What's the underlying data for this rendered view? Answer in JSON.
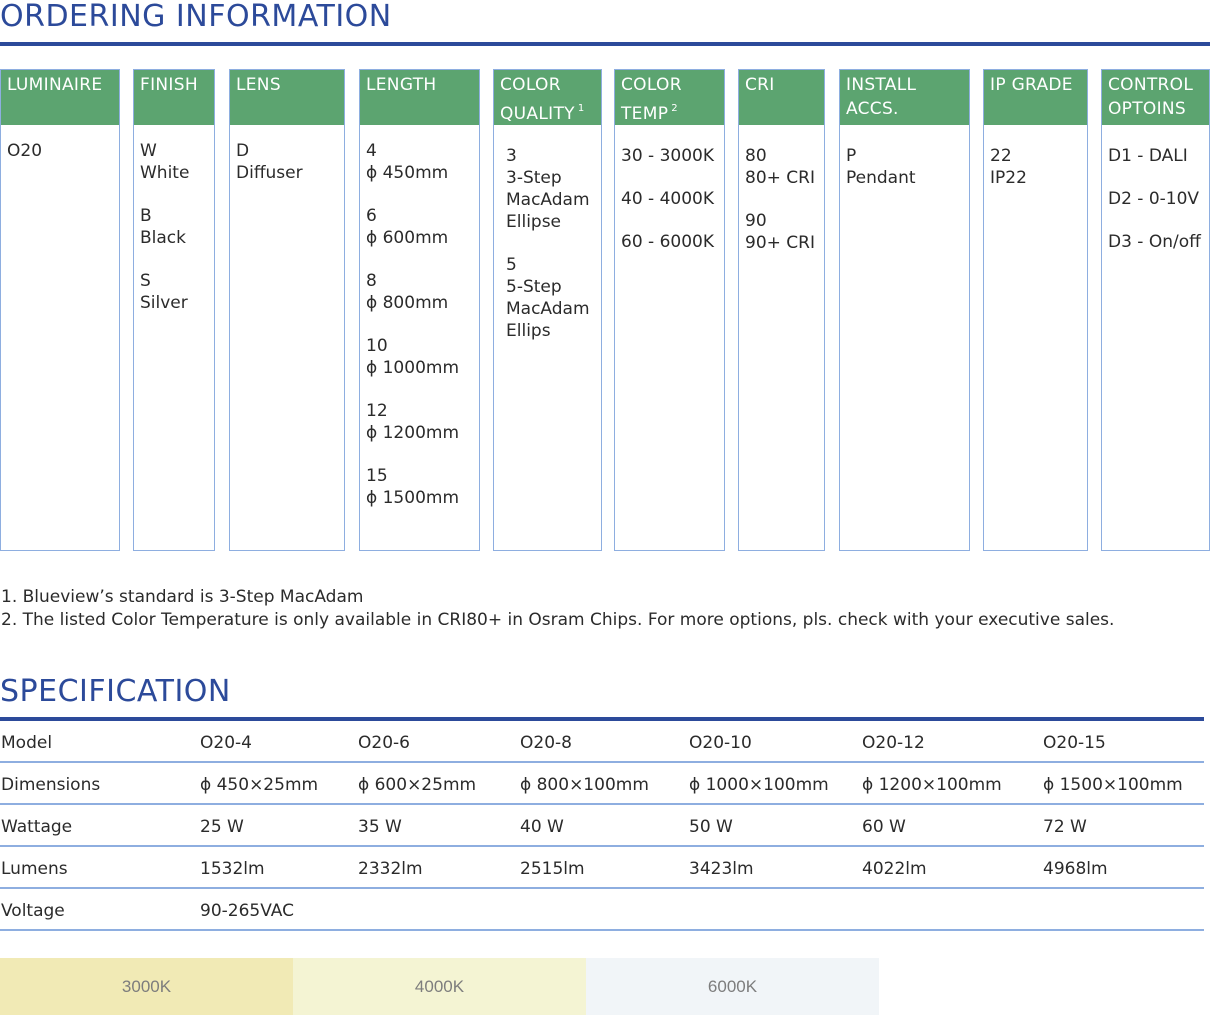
{
  "ordering": {
    "title": "ORDERING INFORMATION",
    "columns": [
      {
        "header": "LUMINAIRE",
        "sup": "",
        "options": [
          "O20"
        ]
      },
      {
        "header": "FINISH",
        "sup": "",
        "options": [
          "W\nWhite",
          "B\nBlack",
          "S\nSilver"
        ]
      },
      {
        "header": "LENS",
        "sup": "",
        "options": [
          "D\nDiffuser"
        ]
      },
      {
        "header": "LENGTH",
        "sup": "",
        "options": [
          "4\n ϕ 450mm",
          "6\n ϕ 600mm",
          "8\n ϕ 800mm",
          "10\n ϕ 1000mm",
          "12\n ϕ 1200mm",
          "15\n ϕ 1500mm"
        ]
      },
      {
        "header": "COLOR\nQUALITY",
        "sup": "1",
        "options": [
          "3\n3-Step\nMacAdam\nEllipse",
          "5\n5-Step\nMacAdam\nEllips"
        ]
      },
      {
        "header": "COLOR\nTEMP",
        "sup": "2",
        "options": [
          "30 - 3000K",
          "40 - 4000K",
          "60 - 6000K"
        ]
      },
      {
        "header": "CRI",
        "sup": "",
        "options": [
          "80\n80+ CRI",
          "90\n90+ CRI"
        ]
      },
      {
        "header": "INSTALL\nACCS.",
        "sup": "",
        "options": [
          "P\nPendant"
        ]
      },
      {
        "header": "IP GRADE",
        "sup": "",
        "options": [
          "22\nIP22"
        ]
      },
      {
        "header": "CONTROL\nOPTOINS",
        "sup": "",
        "options": [
          "D1 - DALI",
          "D2 - 0-10V",
          "D3 - On/off"
        ]
      }
    ],
    "notes": [
      "1. Blueview’s standard is 3-Step MacAdam",
      "2. The listed Color Temperature is only available in CRI80+ in Osram Chips. For more options, pls. check with your executive sales."
    ]
  },
  "specification": {
    "title": "SPECIFICATION",
    "rows": [
      {
        "label": "Model",
        "values": [
          "O20-4",
          "O20-6",
          "O20-8",
          "O20-10",
          "O20-12",
          "O20-15"
        ]
      },
      {
        "label": "Dimensions",
        "values": [
          " ϕ 450×25mm",
          " ϕ 600×25mm",
          " ϕ 800×100mm",
          " ϕ 1000×100mm",
          " ϕ 1200×100mm",
          " ϕ 1500×100mm"
        ]
      },
      {
        "label": "Wattage",
        "values": [
          "25 W",
          "35 W",
          "40 W",
          "50 W",
          "60 W",
          "72 W"
        ]
      },
      {
        "label": "Lumens",
        "values": [
          "1532lm",
          "2332lm",
          "2515lm",
          "3423lm",
          "4022lm",
          "4968lm"
        ]
      },
      {
        "label": "Voltage",
        "values": [
          "90-265VAC",
          "",
          "",
          "",
          "",
          ""
        ]
      }
    ]
  },
  "swatches": [
    {
      "label": "3000K",
      "color": "#f1eab5"
    },
    {
      "label": "4000K",
      "color": "#f4f4d3"
    },
    {
      "label": "6000K",
      "color": "#f1f5f8"
    }
  ],
  "colors": {
    "accent_blue": "#2c4a9a",
    "header_green": "#5ca470",
    "border_blue": "#8eaee0"
  }
}
